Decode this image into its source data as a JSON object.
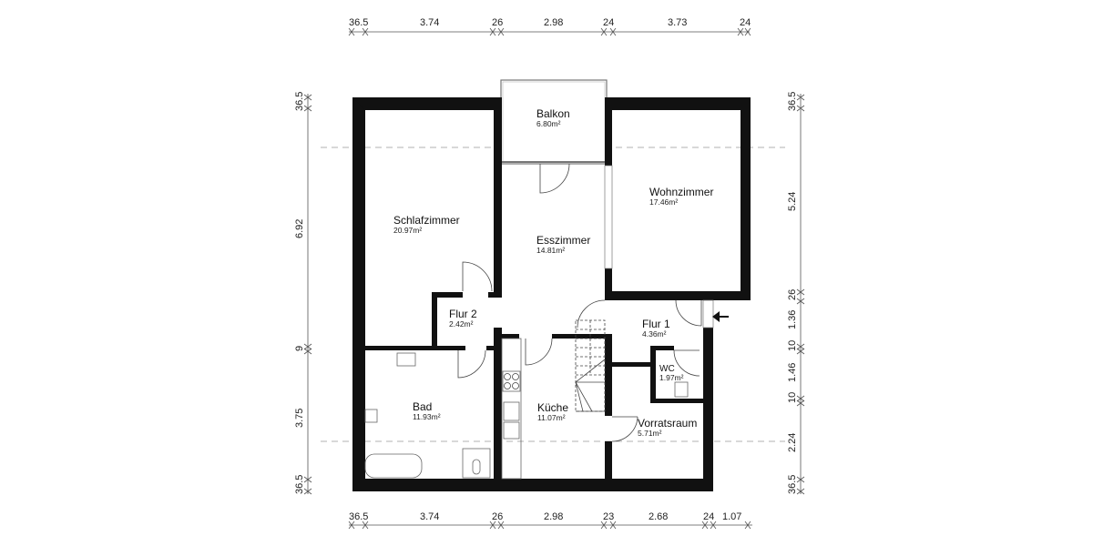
{
  "floor_plan": {
    "rooms": [
      {
        "name": "Balkon",
        "area": "6.80m²"
      },
      {
        "name": "Schlafzimmer",
        "area": "20.97m²"
      },
      {
        "name": "Esszimmer",
        "area": "14.81m²"
      },
      {
        "name": "Wohnzimmer",
        "area": "17.46m²"
      },
      {
        "name": "Flur 2",
        "area": "2.42m²"
      },
      {
        "name": "Flur 1",
        "area": "4.36m²"
      },
      {
        "name": "WC",
        "area": "1.97m²"
      },
      {
        "name": "Bad",
        "area": "11.93m²"
      },
      {
        "name": "Küche",
        "area": "11.07m²"
      },
      {
        "name": "Vorratsraum",
        "area": "5.71m²"
      }
    ],
    "dimensions": {
      "top": [
        "36.5",
        "3.74",
        "26",
        "2.98",
        "24",
        "3.73",
        "24"
      ],
      "bottom": [
        "36.5",
        "3.74",
        "26",
        "2.98",
        "23",
        "2.68",
        "24",
        "1.07"
      ],
      "left": [
        "36.5",
        "6.92",
        "9",
        "3.75",
        "36.5"
      ],
      "right": [
        "36.5",
        "5.24",
        "26",
        "1.36",
        "10",
        "1.46",
        "10",
        "2.24",
        "36.5"
      ]
    },
    "entrance_arrow": "arrow-left-icon"
  }
}
